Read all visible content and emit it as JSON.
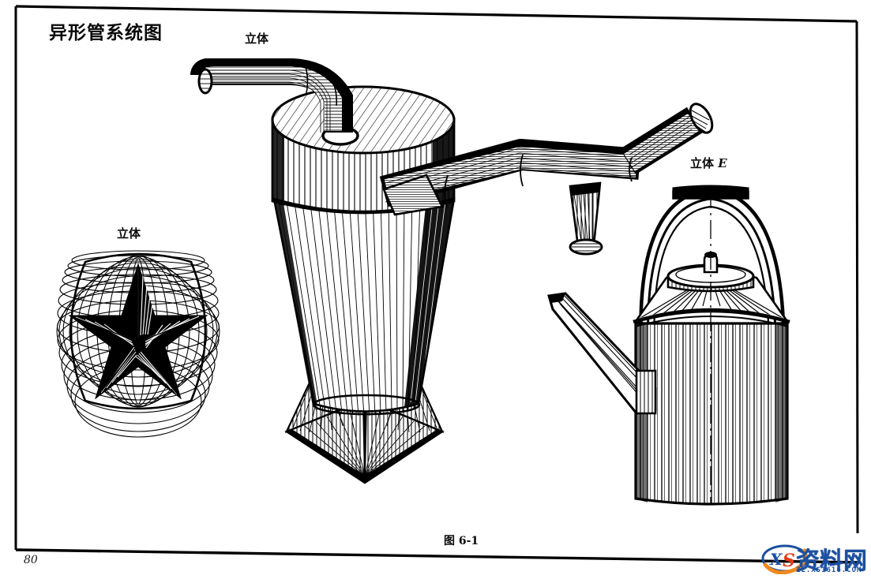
{
  "page": {
    "title": "异形管系统图",
    "caption": "图 6-1",
    "page_number": "80",
    "background_color": "#ffffff",
    "ink_color": "#000000"
  },
  "labels": {
    "cone_assembly": "立体",
    "star_barrel": "立体",
    "oil_can": "立体 E",
    "oil_can_main": "立体",
    "oil_can_suffix": "E"
  },
  "figures": [
    {
      "name": "star-barrel",
      "label": "立体",
      "description": "Barrel-shaped wireframe mesh with solid five-pointed star",
      "star_points": 5
    },
    {
      "name": "cone-hopper-assembly",
      "label": "立体",
      "description": "Cylindrical hopper on square pyramid base with curved inlet pipe and branching tee pipe"
    },
    {
      "name": "oil-can",
      "label": "立体 E",
      "description": "Cylindrical oil can with long tapered spout, bail handle, conical lid and knob"
    }
  ],
  "watermark": {
    "logo_text": "XS",
    "brand": "资料网",
    "url": "ZL.XS1616.COM",
    "colors": {
      "blue": "#1b4fa0",
      "orange": "#f08a1e",
      "red": "#e03a18"
    }
  },
  "border": {
    "style": "thin black rectangular frame, slightly skewed from scanning",
    "color": "#000000"
  }
}
